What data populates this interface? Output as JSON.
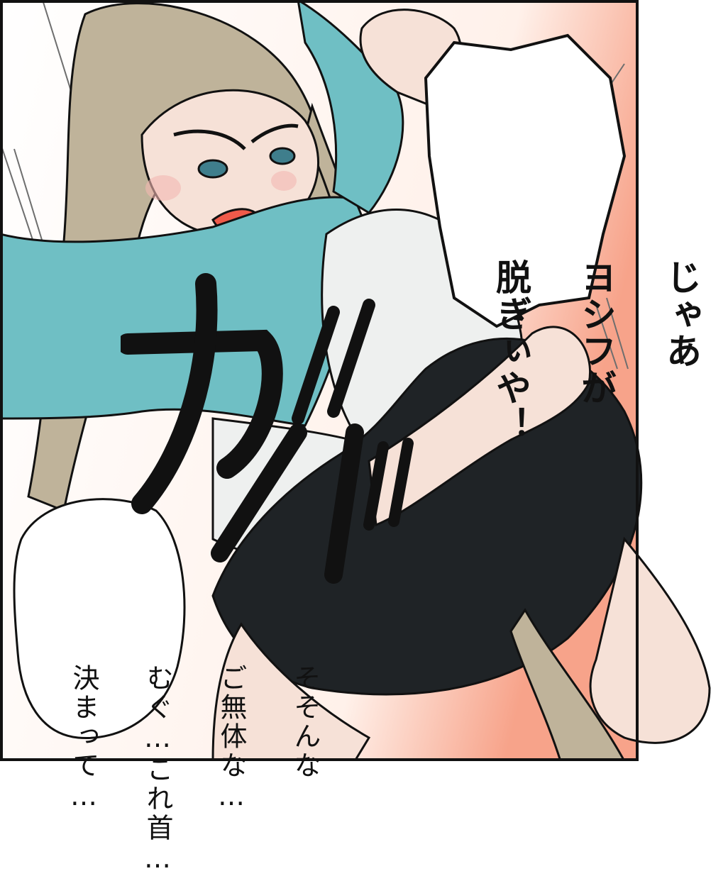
{
  "speech_main": {
    "lines": [
      "じゃあ",
      "ヨシフが",
      "脱ぎぃや！"
    ]
  },
  "speech_small": {
    "lines": [
      "そそんな",
      "ご無体な…",
      "むぐ…これ首…",
      "決まって…"
    ]
  },
  "sfx": {
    "text": "ガバ"
  },
  "colors": {
    "teal_shirt": "#6fbfc4",
    "hair": "#bfb39a",
    "skin": "#f6e1d7",
    "black_skirt": "#1f2326",
    "white_shirt": "#eef0ef",
    "accent_orange": "#f59a7e"
  }
}
